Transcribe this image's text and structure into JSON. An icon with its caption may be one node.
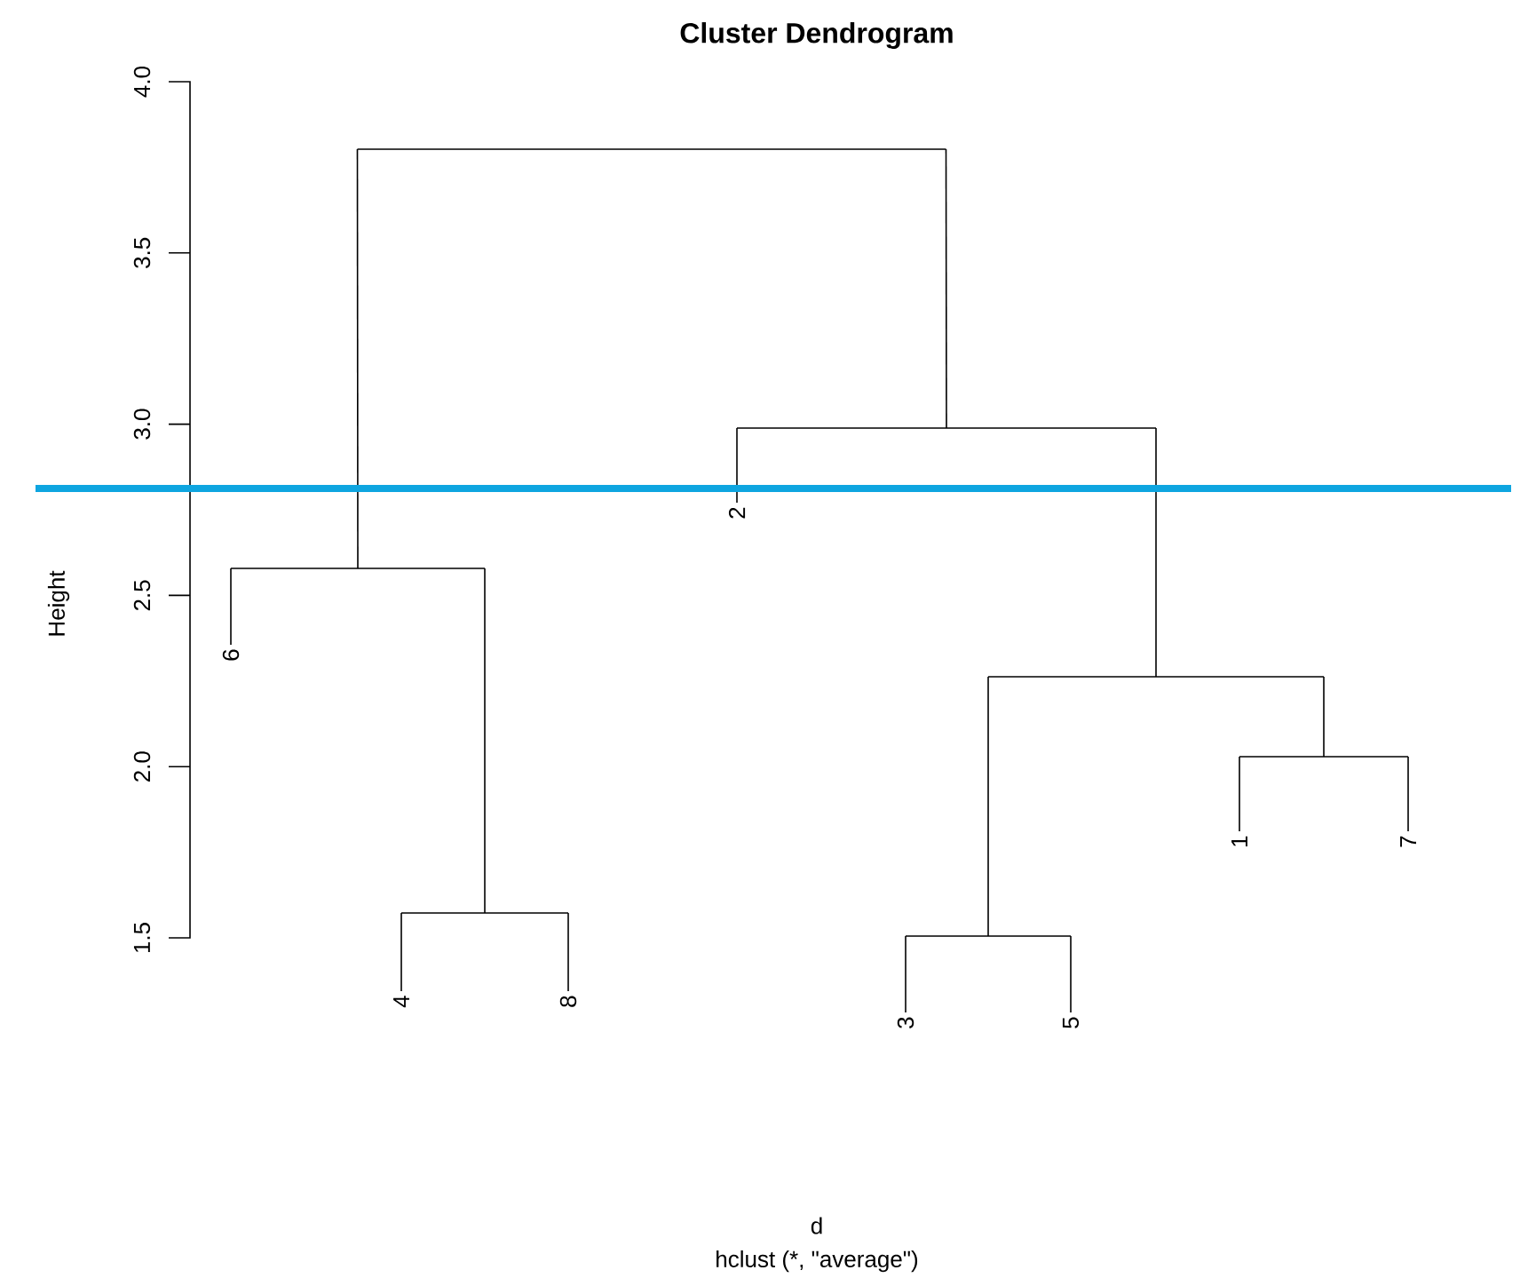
{
  "diagram": {
    "title": "Cluster Dendrogram",
    "caption": "hclust (*, \"average\")",
    "nodes": [
      {
        "text": [
          "6"
        ]
      },
      {
        "text": [
          "4"
        ]
      },
      {
        "text": [
          "8"
        ]
      },
      {
        "text": [
          "2"
        ]
      },
      {
        "text": [
          "3"
        ]
      },
      {
        "text": [
          "5"
        ]
      },
      {
        "text": [
          "1"
        ]
      },
      {
        "text": [
          "7"
        ]
      },
      {
        "text": [],
        "shape": "bar"
      },
      {
        "text": [],
        "shape": "bar"
      },
      {
        "text": [],
        "shape": "bar"
      },
      {
        "text": [],
        "shape": "bar"
      },
      {
        "text": [],
        "shape": "bar"
      },
      {
        "text": [],
        "shape": "bar"
      },
      {
        "text": [],
        "shape": "bar"
      }
    ],
    "edges": [
      {
        "from": 8,
        "to": 9,
        "arrow": "none"
      },
      {
        "from": 8,
        "to": 10,
        "arrow": "none"
      },
      {
        "from": 9,
        "to": 0,
        "arrow": "none"
      },
      {
        "from": 9,
        "to": 13,
        "arrow": "none"
      },
      {
        "from": 13,
        "to": 1,
        "arrow": "none"
      },
      {
        "from": 13,
        "to": 2,
        "arrow": "none"
      },
      {
        "from": 10,
        "to": 3,
        "arrow": "none"
      },
      {
        "from": 10,
        "to": 11,
        "arrow": "none"
      },
      {
        "from": 11,
        "to": 14,
        "arrow": "none"
      },
      {
        "from": 11,
        "to": 12,
        "arrow": "none"
      },
      {
        "from": 14,
        "to": 4,
        "arrow": "none"
      },
      {
        "from": 14,
        "to": 5,
        "arrow": "none"
      },
      {
        "from": 12,
        "to": 6,
        "arrow": "none"
      },
      {
        "from": 12,
        "to": 7,
        "arrow": "none"
      }
    ],
    "labels": [
      "1.5",
      "2.0",
      "2.5",
      "3.0",
      "3.5",
      "4.0",
      "Height",
      "d"
    ]
  }
}
